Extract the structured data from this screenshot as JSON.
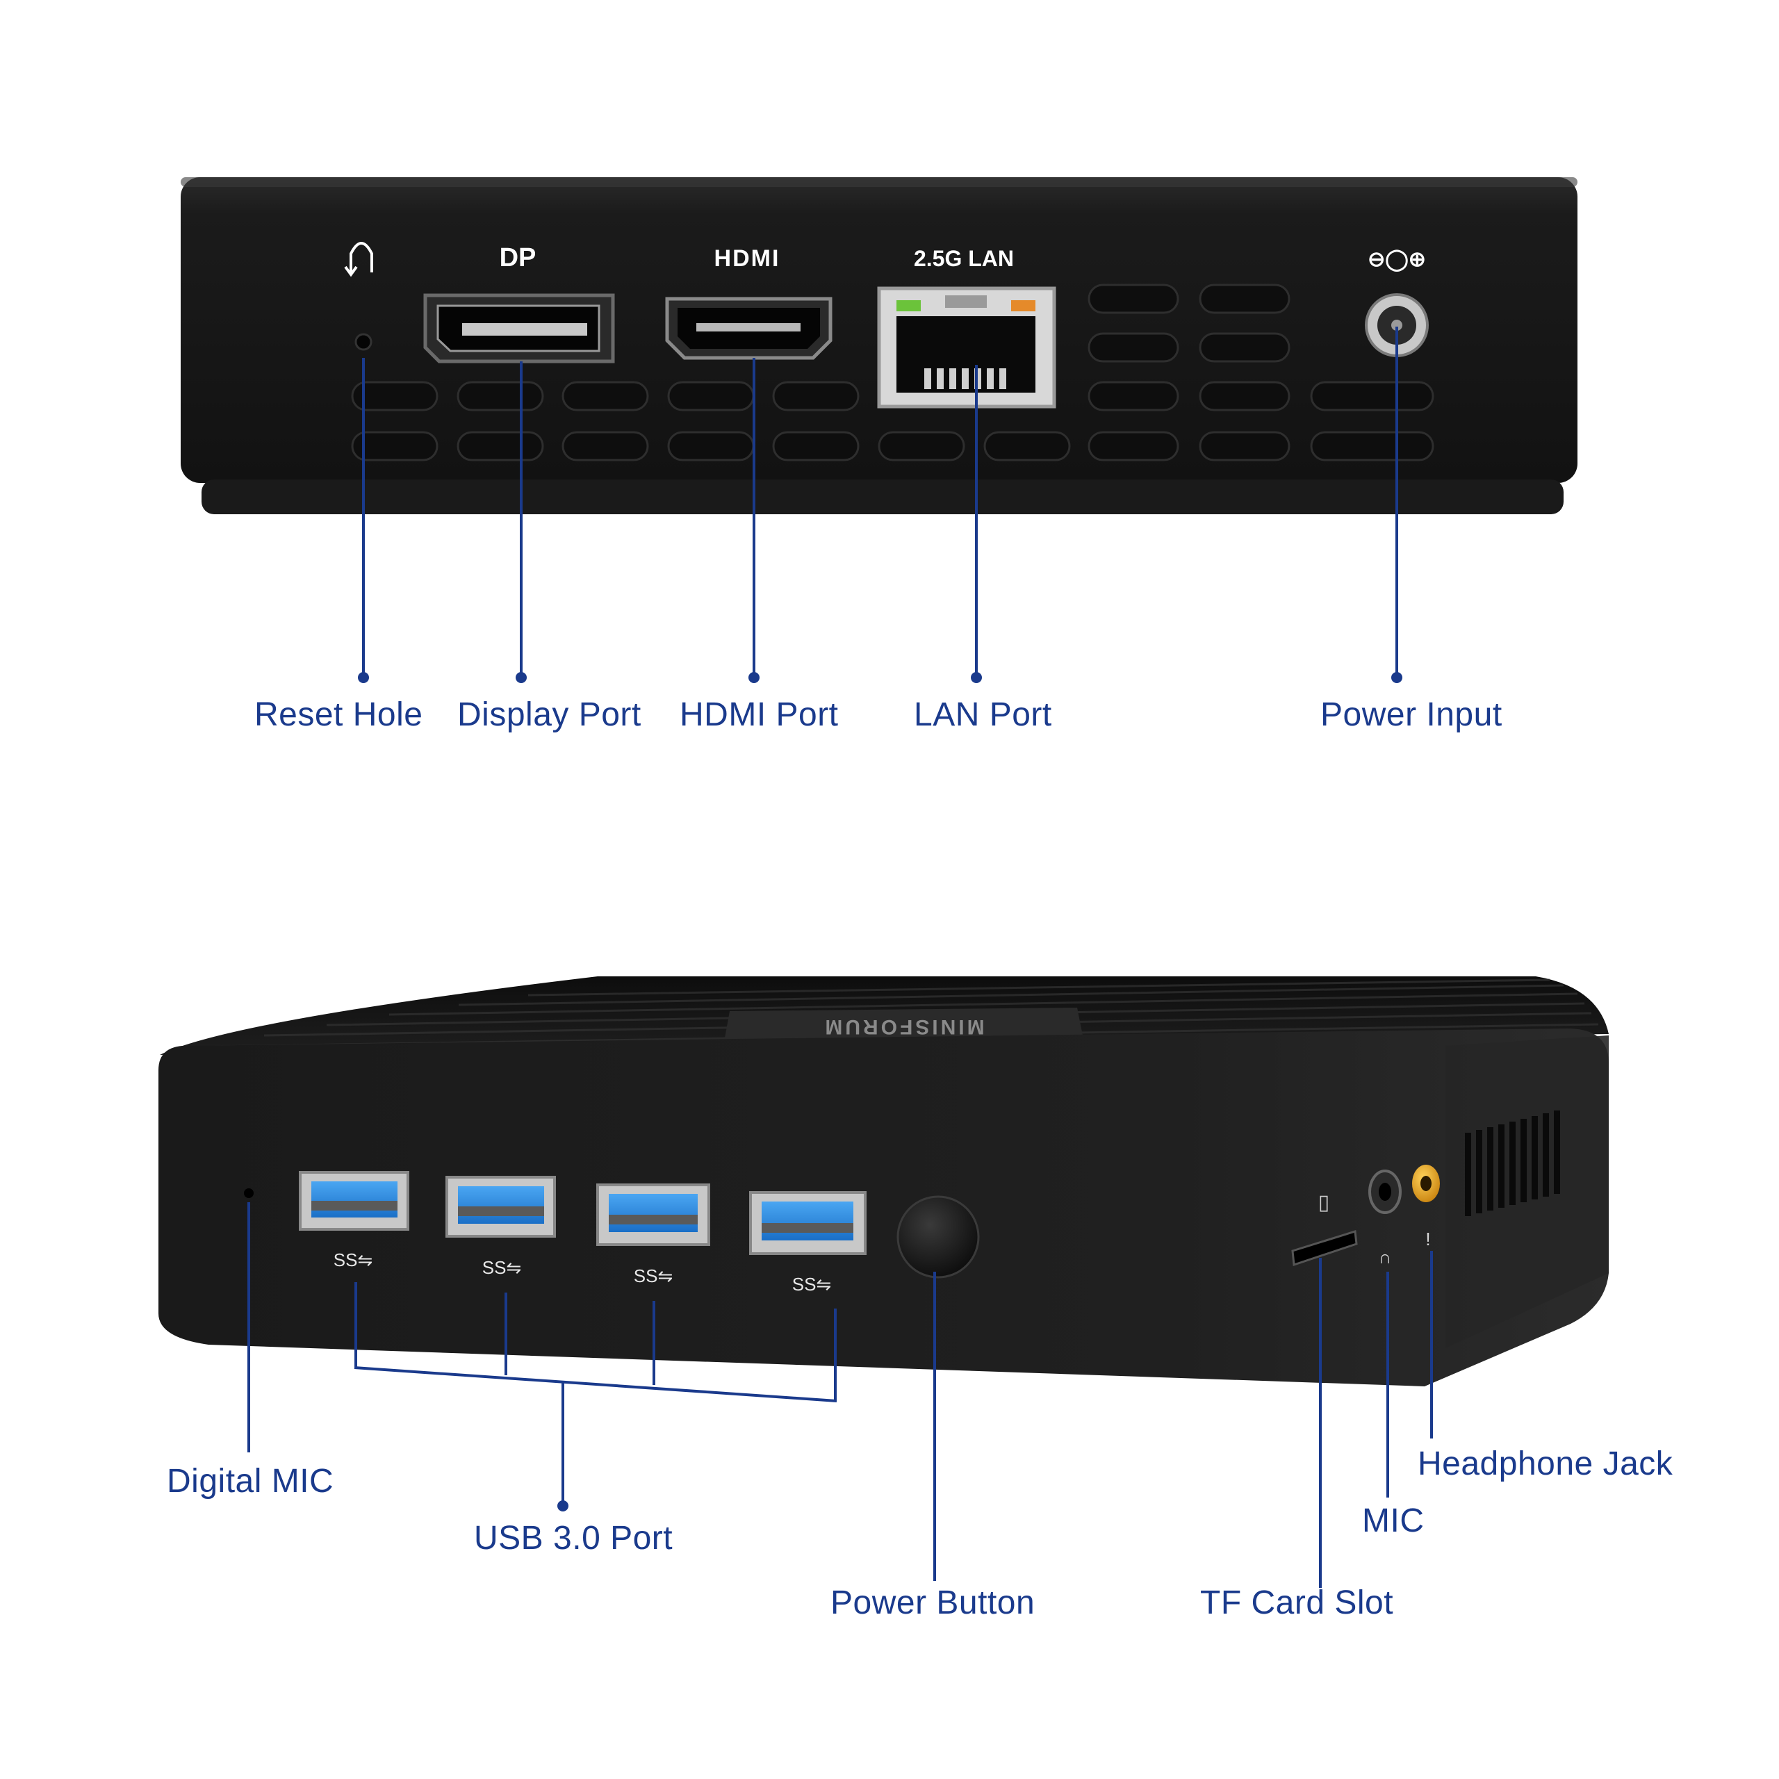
{
  "rear_panel": {
    "port_labels": {
      "dp": "DP",
      "hdmi": "HDMI",
      "lan": "2.5G LAN",
      "power_symbol": "⊖◯⊕"
    },
    "callouts": {
      "reset_hole": "Reset Hole",
      "display_port": "Display Port",
      "hdmi_port": "HDMI Port",
      "lan_port": "LAN Port",
      "power_input": "Power Input"
    }
  },
  "front_panel": {
    "brand_logo": "MINISFORUM",
    "usb_marking": "SS⇋",
    "callouts": {
      "digital_mic": "Digital MIC",
      "usb_port": "USB 3.0 Port",
      "power_button": "Power Button",
      "tf_card_slot": "TF Card Slot",
      "mic": "MIC",
      "headphone_jack": "Headphone Jack"
    }
  },
  "colors": {
    "callout_text": "#1a3a8c",
    "leader_line": "#1a3a8c",
    "device_body": "#161616",
    "usb_blue": "#1e7fd8",
    "audio_yellow": "#e9a823",
    "lan_led_green": "#6bc33a",
    "lan_led_orange": "#e58a2a"
  }
}
